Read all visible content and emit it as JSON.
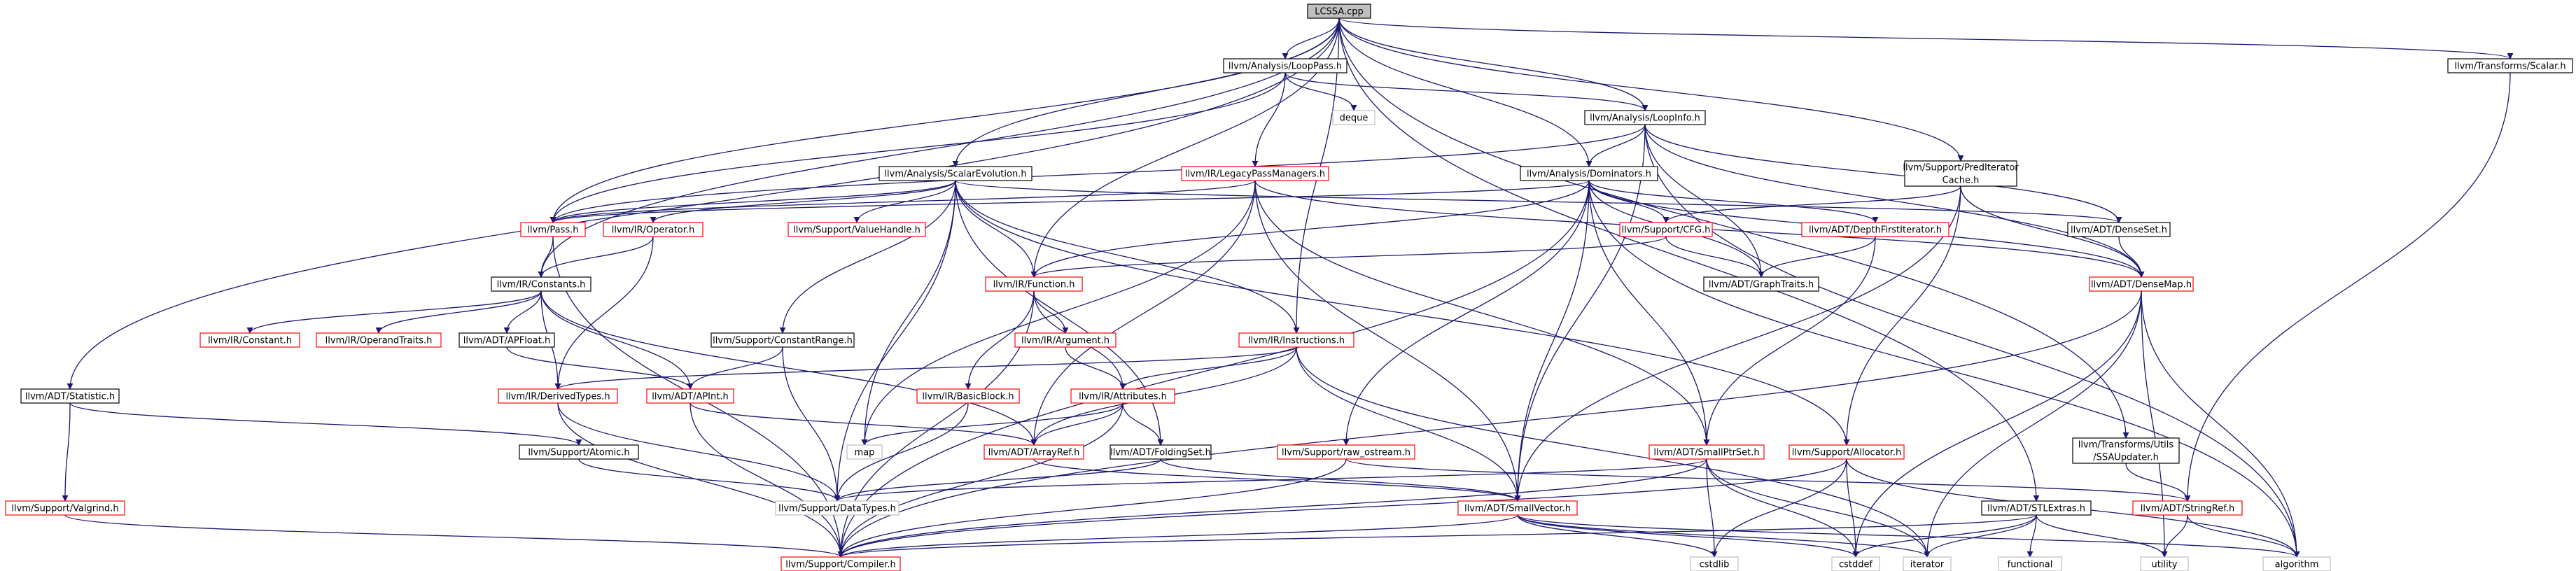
{
  "nodes": {
    "lcssa": {
      "label": "LCSSA.cpp",
      "kind": "root"
    },
    "looppass": {
      "label": "llvm/Analysis/LoopPass.h",
      "kind": "header"
    },
    "deque": {
      "label": "deque",
      "kind": "std"
    },
    "loopinfo": {
      "label": "llvm/Analysis/LoopInfo.h",
      "kind": "header"
    },
    "scalarh": {
      "label": "llvm/Transforms/Scalar.h",
      "kind": "header"
    },
    "scev": {
      "label": "llvm/Analysis/ScalarEvolution.h",
      "kind": "header"
    },
    "legacypm": {
      "label": "llvm/IR/LegacyPassManagers.h",
      "kind": "truncated"
    },
    "dominators": {
      "label": "llvm/Analysis/Dominators.h",
      "kind": "header"
    },
    "prediter1": {
      "label": "llvm/Support/PredIterator",
      "kind": "header"
    },
    "prediter2": {
      "label": "Cache.h",
      "kind": "header"
    },
    "pass": {
      "label": "llvm/Pass.h",
      "kind": "truncated"
    },
    "operator": {
      "label": "llvm/IR/Operator.h",
      "kind": "truncated"
    },
    "valuehandle": {
      "label": "llvm/Support/ValueHandle.h",
      "kind": "truncated"
    },
    "cfg": {
      "label": "llvm/Support/CFG.h",
      "kind": "truncated"
    },
    "dfi": {
      "label": "llvm/ADT/DepthFirstIterator.h",
      "kind": "truncated"
    },
    "denseset": {
      "label": "llvm/ADT/DenseSet.h",
      "kind": "header"
    },
    "graphtraits": {
      "label": "llvm/ADT/GraphTraits.h",
      "kind": "header"
    },
    "densemap": {
      "label": "llvm/ADT/DenseMap.h",
      "kind": "truncated"
    },
    "constants": {
      "label": "llvm/IR/Constants.h",
      "kind": "header"
    },
    "function": {
      "label": "llvm/IR/Function.h",
      "kind": "truncated"
    },
    "constant": {
      "label": "llvm/IR/Constant.h",
      "kind": "truncated"
    },
    "optraits": {
      "label": "llvm/IR/OperandTraits.h",
      "kind": "truncated"
    },
    "apfloat": {
      "label": "llvm/ADT/APFloat.h",
      "kind": "header"
    },
    "constrange": {
      "label": "llvm/Support/ConstantRange.h",
      "kind": "header"
    },
    "argument": {
      "label": "llvm/IR/Argument.h",
      "kind": "truncated"
    },
    "instructions": {
      "label": "llvm/IR/Instructions.h",
      "kind": "truncated"
    },
    "statistic": {
      "label": "llvm/ADT/Statistic.h",
      "kind": "header"
    },
    "derivedtypes": {
      "label": "llvm/IR/DerivedTypes.h",
      "kind": "truncated"
    },
    "apint": {
      "label": "llvm/ADT/APInt.h",
      "kind": "truncated"
    },
    "basicblock": {
      "label": "llvm/IR/BasicBlock.h",
      "kind": "truncated"
    },
    "attributes": {
      "label": "llvm/IR/Attributes.h",
      "kind": "truncated"
    },
    "atomic": {
      "label": "llvm/Support/Atomic.h",
      "kind": "header"
    },
    "map": {
      "label": "map",
      "kind": "std"
    },
    "arrayref": {
      "label": "llvm/ADT/ArrayRef.h",
      "kind": "truncated"
    },
    "foldingset": {
      "label": "llvm/ADT/FoldingSet.h",
      "kind": "header"
    },
    "rawostream": {
      "label": "llvm/Support/raw_ostream.h",
      "kind": "truncated"
    },
    "smallptrset": {
      "label": "llvm/ADT/SmallPtrSet.h",
      "kind": "truncated"
    },
    "allocator": {
      "label": "llvm/Support/Allocator.h",
      "kind": "truncated"
    },
    "ssau1": {
      "label": "llvm/Transforms/Utils",
      "kind": "header"
    },
    "ssau2": {
      "label": "/SSAUpdater.h",
      "kind": "header"
    },
    "valgrind": {
      "label": "llvm/Support/Valgrind.h",
      "kind": "truncated"
    },
    "datatypes": {
      "label": "llvm/Support/DataTypes.h",
      "kind": "std"
    },
    "smallvector": {
      "label": "llvm/ADT/SmallVector.h",
      "kind": "truncated"
    },
    "stlextras": {
      "label": "llvm/ADT/STLExtras.h",
      "kind": "header"
    },
    "stringref": {
      "label": "llvm/ADT/StringRef.h",
      "kind": "truncated"
    },
    "compiler": {
      "label": "llvm/Support/Compiler.h",
      "kind": "truncated"
    },
    "cstdlib": {
      "label": "cstdlib",
      "kind": "std"
    },
    "cstddef": {
      "label": "cstddef",
      "kind": "std"
    },
    "iterator": {
      "label": "iterator",
      "kind": "std"
    },
    "functional": {
      "label": "functional",
      "kind": "std"
    },
    "utility": {
      "label": "utility",
      "kind": "std"
    },
    "algorithm": {
      "label": "algorithm",
      "kind": "std"
    }
  },
  "edges": [
    [
      "lcssa",
      "looppass"
    ],
    [
      "lcssa",
      "scalarh"
    ],
    [
      "lcssa",
      "scev"
    ],
    [
      "lcssa",
      "loopinfo"
    ],
    [
      "lcssa",
      "dominators"
    ],
    [
      "lcssa",
      "prediter"
    ],
    [
      "lcssa",
      "pass"
    ],
    [
      "lcssa",
      "constants"
    ],
    [
      "lcssa",
      "function"
    ],
    [
      "lcssa",
      "instructions"
    ],
    [
      "lcssa",
      "statistic"
    ],
    [
      "lcssa",
      "ssau"
    ],
    [
      "lcssa",
      "stlextras"
    ],
    [
      "looppass",
      "deque"
    ],
    [
      "looppass",
      "loopinfo"
    ],
    [
      "looppass",
      "legacypm"
    ],
    [
      "looppass",
      "pass"
    ],
    [
      "loopinfo",
      "dominators"
    ],
    [
      "loopinfo",
      "pass"
    ],
    [
      "loopinfo",
      "smallvector"
    ],
    [
      "loopinfo",
      "graphtraits"
    ],
    [
      "loopinfo",
      "densemap"
    ],
    [
      "loopinfo",
      "denseset"
    ],
    [
      "loopinfo",
      "algorithm"
    ],
    [
      "scalarh",
      "stringref"
    ],
    [
      "scev",
      "pass"
    ],
    [
      "scev",
      "operator"
    ],
    [
      "scev",
      "valuehandle"
    ],
    [
      "scev",
      "constrange"
    ],
    [
      "scev",
      "function"
    ],
    [
      "scev",
      "instructions"
    ],
    [
      "scev",
      "foldingset"
    ],
    [
      "scev",
      "map"
    ],
    [
      "scev",
      "denseset"
    ],
    [
      "scev",
      "allocator"
    ],
    [
      "scev",
      "datatypes"
    ],
    [
      "legacypm",
      "pass"
    ],
    [
      "legacypm",
      "smallvector"
    ],
    [
      "legacypm",
      "arrayref"
    ],
    [
      "legacypm",
      "smallptrset"
    ],
    [
      "legacypm",
      "densemap"
    ],
    [
      "legacypm",
      "map"
    ],
    [
      "dominators",
      "pass"
    ],
    [
      "dominators",
      "function"
    ],
    [
      "dominators",
      "cfg"
    ],
    [
      "dominators",
      "dfi"
    ],
    [
      "dominators",
      "graphtraits"
    ],
    [
      "dominators",
      "densemap"
    ],
    [
      "dominators",
      "smallptrset"
    ],
    [
      "dominators",
      "smallvector"
    ],
    [
      "dominators",
      "rawostream"
    ],
    [
      "dominators",
      "compiler"
    ],
    [
      "dominators",
      "algorithm"
    ],
    [
      "prediter",
      "cfg"
    ],
    [
      "prediter",
      "allocator"
    ],
    [
      "prediter",
      "densemap"
    ],
    [
      "prediter",
      "smallvector"
    ],
    [
      "pass",
      "constants"
    ],
    [
      "pass",
      "compiler"
    ],
    [
      "operator",
      "constants"
    ],
    [
      "operator",
      "derivedtypes"
    ],
    [
      "cfg",
      "function"
    ],
    [
      "cfg",
      "graphtraits"
    ],
    [
      "dfi",
      "graphtraits"
    ],
    [
      "dfi",
      "smallptrset"
    ],
    [
      "denseset",
      "densemap"
    ],
    [
      "densemap",
      "algorithm"
    ],
    [
      "densemap",
      "utility"
    ],
    [
      "densemap",
      "cstddef"
    ],
    [
      "densemap",
      "iterator"
    ],
    [
      "densemap",
      "compiler"
    ],
    [
      "constants",
      "constant"
    ],
    [
      "constants",
      "optraits"
    ],
    [
      "constants",
      "apfloat"
    ],
    [
      "constants",
      "apint"
    ],
    [
      "constants",
      "derivedtypes"
    ],
    [
      "constants",
      "arrayref"
    ],
    [
      "function",
      "argument"
    ],
    [
      "function",
      "attributes"
    ],
    [
      "function",
      "basicblock"
    ],
    [
      "function",
      "compiler"
    ],
    [
      "apfloat",
      "apint"
    ],
    [
      "constrange",
      "apint"
    ],
    [
      "constrange",
      "datatypes"
    ],
    [
      "argument",
      "attributes"
    ],
    [
      "instructions",
      "attributes"
    ],
    [
      "instructions",
      "derivedtypes"
    ],
    [
      "instructions",
      "arrayref"
    ],
    [
      "instructions",
      "smallvector"
    ],
    [
      "instructions",
      "iterator"
    ],
    [
      "statistic",
      "atomic"
    ],
    [
      "statistic",
      "valgrind"
    ],
    [
      "derivedtypes",
      "compiler"
    ],
    [
      "derivedtypes",
      "datatypes"
    ],
    [
      "apint",
      "arrayref"
    ],
    [
      "apint",
      "compiler"
    ],
    [
      "basicblock",
      "datatypes"
    ],
    [
      "attributes",
      "arrayref"
    ],
    [
      "attributes",
      "foldingset"
    ],
    [
      "attributes",
      "map"
    ],
    [
      "attributes",
      "compiler"
    ],
    [
      "atomic",
      "datatypes"
    ],
    [
      "arrayref",
      "smallvector"
    ],
    [
      "foldingset",
      "smallvector"
    ],
    [
      "foldingset",
      "datatypes"
    ],
    [
      "rawostream",
      "stringref"
    ],
    [
      "rawostream",
      "compiler"
    ],
    [
      "smallptrset",
      "compiler"
    ],
    [
      "smallptrset",
      "cstdlib"
    ],
    [
      "smallptrset",
      "cstddef"
    ],
    [
      "smallptrset",
      "iterator"
    ],
    [
      "smallptrset",
      "datatypes"
    ],
    [
      "allocator",
      "cstdlib"
    ],
    [
      "allocator",
      "cstddef"
    ],
    [
      "allocator",
      "algorithm"
    ],
    [
      "allocator",
      "compiler"
    ],
    [
      "ssau",
      "stringref"
    ],
    [
      "valgrind",
      "compiler"
    ],
    [
      "smallvector",
      "compiler"
    ],
    [
      "smallvector",
      "cstdlib"
    ],
    [
      "smallvector",
      "cstddef"
    ],
    [
      "smallvector",
      "iterator"
    ],
    [
      "smallvector",
      "algorithm"
    ],
    [
      "stlextras",
      "functional"
    ],
    [
      "stlextras",
      "utility"
    ],
    [
      "stlextras",
      "cstddef"
    ],
    [
      "stlextras",
      "iterator"
    ],
    [
      "stlextras",
      "compiler"
    ],
    [
      "stringref",
      "algorithm"
    ],
    [
      "stringref",
      "utility"
    ]
  ],
  "colors": {
    "root_fill": "#bfbfbf",
    "border_normal": "#000000",
    "border_truncated": "#ff0000",
    "border_std": "#bfbfbf",
    "edge": "#191970"
  }
}
